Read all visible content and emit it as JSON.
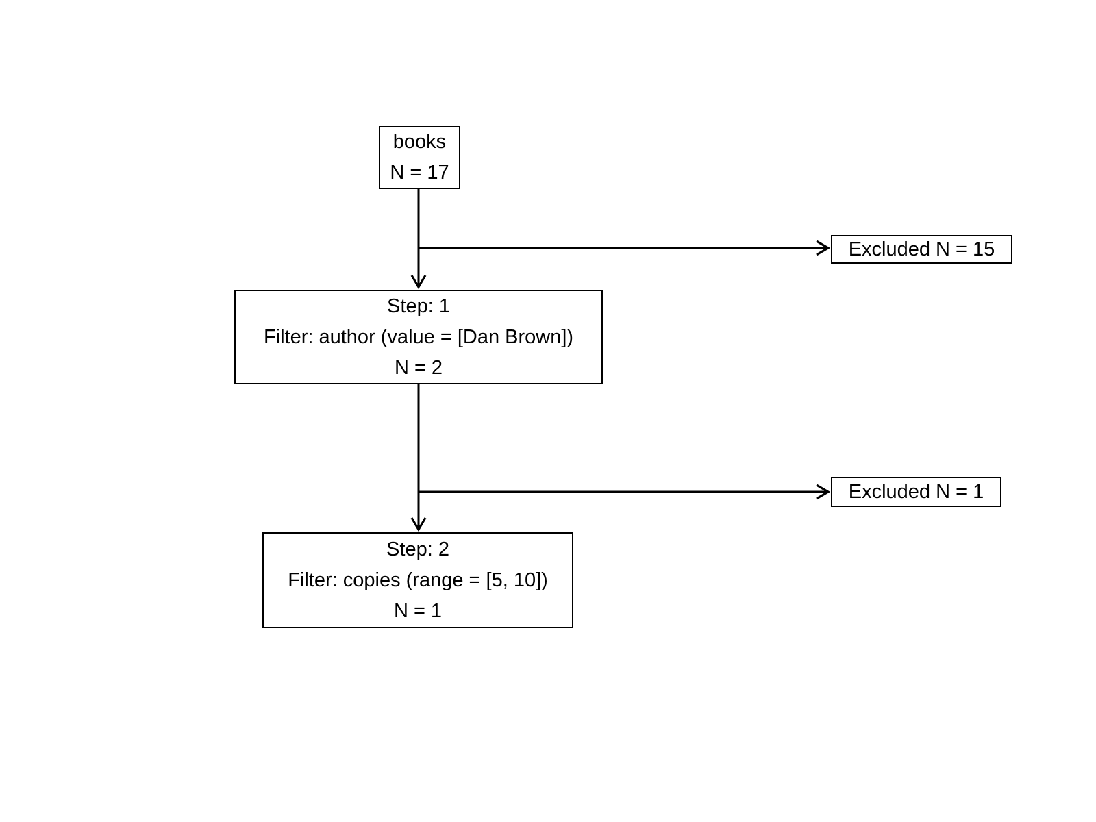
{
  "diagram": {
    "background_color": "#ffffff",
    "line_color": "#000000",
    "nodes": {
      "source": {
        "label": "books",
        "count": "N = 17"
      },
      "step1": {
        "title": "Step: 1",
        "filter": "Filter: author (value = [Dan Brown])",
        "count": "N = 2"
      },
      "step2": {
        "title": "Step: 2",
        "filter": "Filter: copies (range = [5, 10])",
        "count": "N = 1"
      },
      "excluded1": {
        "label": "Excluded N = 15"
      },
      "excluded2": {
        "label": "Excluded N = 1"
      }
    }
  }
}
